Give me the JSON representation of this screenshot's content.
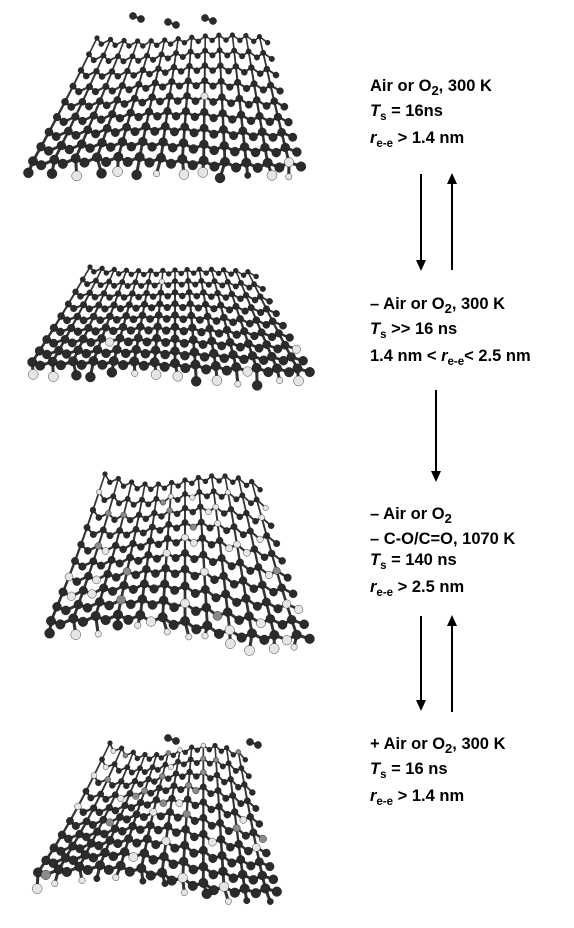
{
  "states": [
    {
      "id": "state-1",
      "lines": [
        {
          "prefix": "Air or O",
          "sub": "2",
          "suffix": ", 300 K"
        },
        {
          "italic": "T",
          "sub": "s",
          "suffix": " = 16ns"
        },
        {
          "italic": "r",
          "sub": "e-e",
          "suffix": " > 1.4 nm"
        }
      ]
    },
    {
      "id": "state-2",
      "lines": [
        {
          "prefix": "– Air or O",
          "sub": "2",
          "suffix": ", 300 K"
        },
        {
          "italic": "T",
          "sub": "s",
          "suffix": " >> 16 ns"
        },
        {
          "prefix": "1.4 nm < ",
          "italic": "r",
          "sub": "e-e",
          "suffix": "< 2.5 nm"
        }
      ]
    },
    {
      "id": "state-3",
      "lines": [
        {
          "prefix": "– Air or O",
          "sub": "2",
          "suffix": ""
        },
        {
          "prefix": "– C-O/C=O, 1070 K"
        },
        {
          "italic": "T",
          "sub": "s",
          "suffix": " = 140 ns"
        },
        {
          "italic": "r",
          "sub": "e-e",
          "suffix": " > 2.5 nm"
        }
      ]
    },
    {
      "id": "state-4",
      "lines": [
        {
          "prefix": "+ Air or O",
          "sub": "2",
          "suffix": ", 300 K"
        },
        {
          "italic": "T",
          "sub": "s",
          "suffix": " = 16 ns"
        },
        {
          "italic": "r",
          "sub": "e-e",
          "suffix": " > 1.4 nm"
        }
      ]
    }
  ],
  "transitions": [
    {
      "from": "state-1",
      "to": "state-2",
      "direction": "reversible"
    },
    {
      "from": "state-2",
      "to": "state-3",
      "direction": "forward"
    },
    {
      "from": "state-3",
      "to": "state-4",
      "direction": "reversible"
    }
  ],
  "colors": {
    "carbon_atom": "#2b2b2b",
    "hydrogen_atom": "#e6e6e6",
    "oxygen_atom": "#8a8a8a",
    "bond": "#333333",
    "arrow": "#000000",
    "background": "#ffffff"
  }
}
